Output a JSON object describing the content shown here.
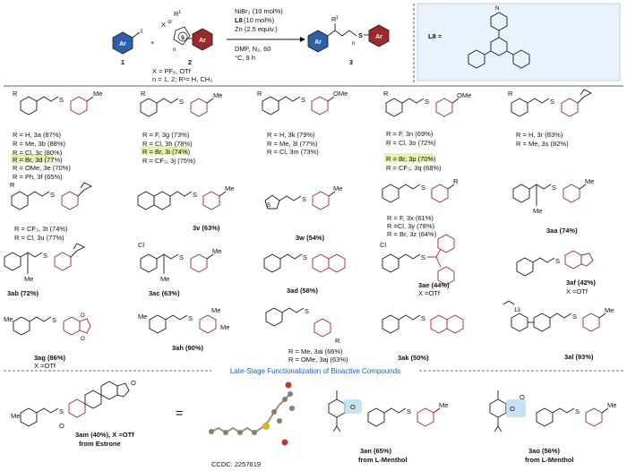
{
  "header": {
    "reactant1": {
      "ring_label": "Ar",
      "leaving_group": "I",
      "number": "1"
    },
    "plus": "+",
    "reactant2": {
      "anion": "X",
      "charge": "⊖",
      "cation": "⊕",
      "r1": "R",
      "r1_sup": "1",
      "ring_label": "Ar",
      "n_label": "n",
      "number": "2"
    },
    "conditions": {
      "line1": "NiBr₂ (10 mol%)",
      "line2_bold": "L8",
      "line2_rest": " (10 mol%)",
      "line3": "Zn (2.5 equiv.)",
      "line4": "DMF, N₂, 60",
      "line5": "°C, 9 h"
    },
    "notes": {
      "line1": "X = PF₆, OTf",
      "line2": "n = 1, 2; R¹= H, CH₃"
    },
    "product": {
      "r1": "R",
      "r1_sup": "1",
      "left_ring": "Ar",
      "right_ring": "Ar",
      "s_label": "S",
      "n_label": "n",
      "number": "3"
    },
    "ligand": {
      "label": "L8 =",
      "n_label": "N"
    }
  },
  "substrates": [
    {
      "id": "3a-3f",
      "lines": [
        "R = H, 3a (87%)",
        "R = Me, 3b (88%)",
        "R = Cl, 3c (80%)",
        "R = Br, 3d (77%)",
        "R = OMe, 3e (70%)",
        "R = Ph, 3f (65%)"
      ],
      "highlight": "R = Br, 3d (77%)"
    },
    {
      "id": "3g-3j",
      "lines": [
        "R = F, 3g (73%)",
        "R = Cl, 3h (78%)",
        "R = Br, 3i (74%)",
        "R = CF₃, 3j (75%)"
      ],
      "highlight": "R = Br, 3i (74%)"
    },
    {
      "id": "3k-3m",
      "lines": [
        "R = H, 3k (79%)",
        "R = Me, 3l (77%)",
        "R = Cl, 3m (73%)"
      ]
    },
    {
      "id": "3n-3q",
      "lines": [
        "R = F, 3n (69%)",
        "R = Cl, 3o (72%)",
        "R = Br, 3p (70%)",
        "R = CF₃, 3q (68%)"
      ],
      "highlight": "R = Br, 3p (70%)"
    },
    {
      "id": "3r-3s",
      "lines": [
        "R = H, 3r (83%)",
        "R = Me, 3s (82%)"
      ]
    },
    {
      "id": "3t-3u",
      "lines": [
        "R = CF₃, 3t (74%)",
        "R = Cl, 3u (77%)"
      ]
    },
    {
      "id": "3v",
      "lines": [
        "3v (63%)"
      ]
    },
    {
      "id": "3w",
      "lines": [
        "3w (54%)"
      ]
    },
    {
      "id": "3x-3z",
      "lines": [
        "R = F, 3x (61%)",
        "R =Cl, 3y (78%)",
        "R = Br, 3z (64%)"
      ]
    },
    {
      "id": "3aa",
      "lines": [
        "3aa (74%)"
      ]
    },
    {
      "id": "3ab",
      "lines": [
        "3ab (72%)"
      ]
    },
    {
      "id": "3ac",
      "lines": [
        "3ac (63%)"
      ]
    },
    {
      "id": "3ad",
      "lines": [
        "3ad (58%)"
      ]
    },
    {
      "id": "3ae",
      "lines": [
        "3ae (44%)",
        "X =OTf"
      ]
    },
    {
      "id": "3af",
      "lines": [
        "3af (42%)",
        "X =OTf"
      ]
    },
    {
      "id": "3ag",
      "lines": [
        "3ag (86%)",
        "X =OTf"
      ]
    },
    {
      "id": "3ah",
      "lines": [
        "3ah (90%)"
      ]
    },
    {
      "id": "3ai-3aj",
      "lines": [
        "R = Me, 3ai (66%)",
        "R = OMe, 3aj (63%)"
      ]
    },
    {
      "id": "3ak",
      "lines": [
        "3ak (50%)"
      ]
    },
    {
      "id": "3al",
      "lines": [
        "3al (93%)"
      ]
    }
  ],
  "atom_labels": {
    "r": "R",
    "s": "S",
    "me": "Me",
    "cl": "Cl",
    "ome": "OMe",
    "o": "O",
    "n13": "13"
  },
  "late_stage": {
    "title": "Late-Stage Functionalization of Bioactive Compounds",
    "equals": "=",
    "am": {
      "line1": "3am (40%), X =OTf",
      "line2": "from Estrone"
    },
    "ccdc": "CCDC: 2257619",
    "an": {
      "line1": "3an (65%)",
      "line2": "from L-Menthol"
    },
    "ao": {
      "line1": "3ao (56%)",
      "line2": "from L-Menthol"
    }
  },
  "colors": {
    "ring_blue": "#2f5fa8",
    "ring_red": "#9c2a2a",
    "ring_dark": "#2b2b2b",
    "highlight": "#e8f0b0",
    "ligand_box": "#eaf2fb",
    "late_stage_title": "#1f5fb0"
  }
}
